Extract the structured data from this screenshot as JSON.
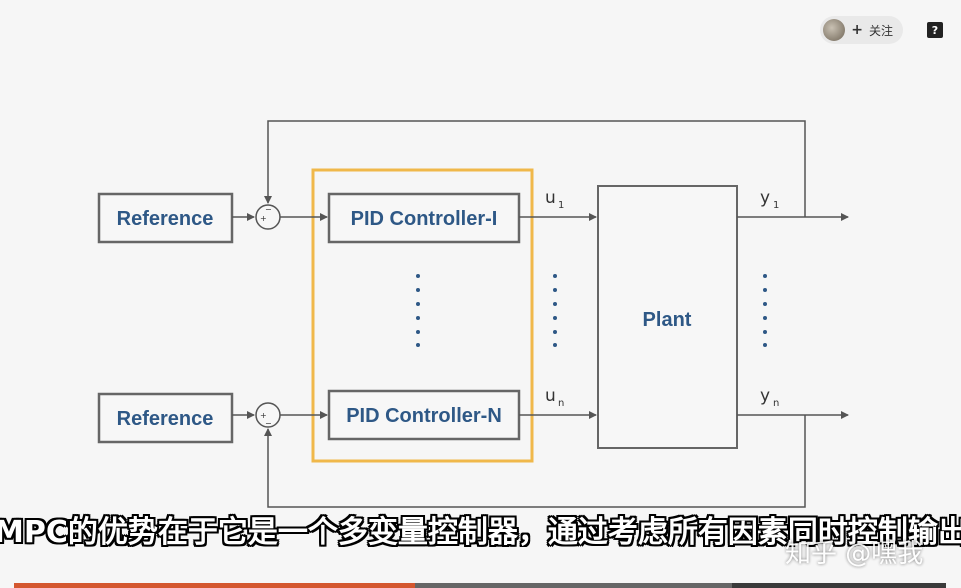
{
  "header": {
    "follow_label": "关注",
    "help_label": "?"
  },
  "diagram": {
    "reference_top": "Reference",
    "reference_bottom": "Reference",
    "pid_top": "PID Controller-I",
    "pid_bottom": "PID Controller-N",
    "plant": "Plant",
    "u_top": "u",
    "u_top_sub": "1",
    "u_bottom": "u",
    "u_bottom_sub": "n",
    "y_top": "y",
    "y_top_sub": "1",
    "y_bottom": "y",
    "y_bottom_sub": "n",
    "plus": "+",
    "minus": "−",
    "highlight_color": "#f0b84a",
    "label_color": "#2e5886"
  },
  "subtitle": "MPC的优势在于它是一个多变量控制器，通过考虑所有因素同时控制输出",
  "watermark": "知乎 @嘿我",
  "video": {
    "progress_fraction": 0.43,
    "buffered_fraction": 0.77
  }
}
